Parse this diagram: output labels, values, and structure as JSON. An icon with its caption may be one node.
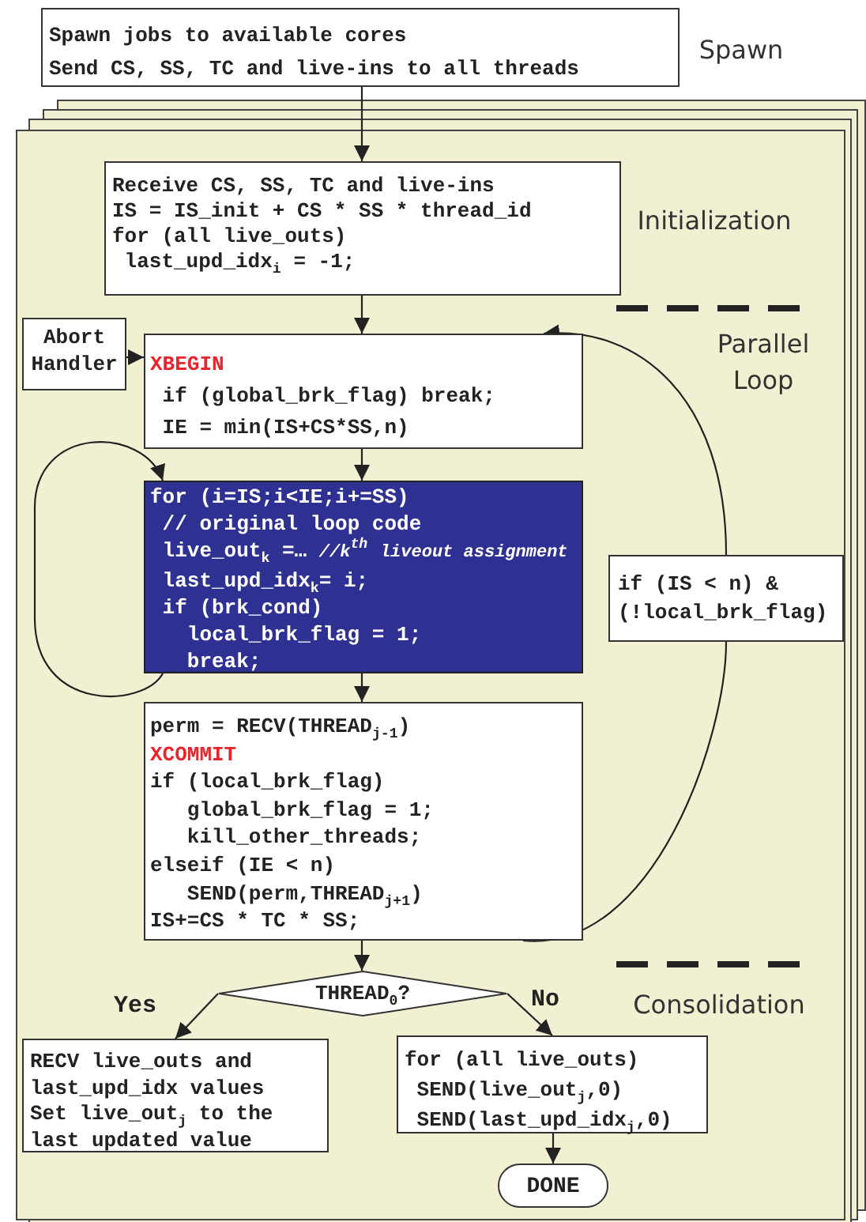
{
  "diagram": {
    "nodes": [
      {
        "text": [
          "Spawn jobs to available cores",
          "Send CS, SS, TC and live-ins to all threads"
        ]
      },
      {
        "text": [],
        "shape": "box"
      },
      {
        "text": [
          "Receive CS, SS, TC and live-ins",
          "IS = IS_init + CS * SS * thread_id",
          "for (all live_outs)",
          "last_upd_idx$_{i}$ = -1;"
        ],
        "in": 1
      },
      {
        "text": [
          "Abort Handler"
        ],
        "in": 1
      },
      {
        "text": [
          "XBEGIN",
          "if (global_brk_flag) break;",
          "IE = min(IS+CS*SS,n)"
        ],
        "in": 1
      },
      {
        "text": [
          "for (i=IS;i<IE;i+=SS)",
          "// original loop code",
          "live_out$_{k}$ =… *//k*$^{th}$ *liveout assignment*",
          "last_upd_idx$_{k}$= i;",
          "if (brk_cond)",
          "local_brk_flag = 1;",
          "break;"
        ],
        "in": 1
      },
      {
        "text": [
          "perm = RECV(THREAD$_{j-1}$)",
          "XCOMMIT",
          "if (local_brk_flag)",
          "global_brk_flag = 1;",
          "kill_other_threads;",
          "elseif (IE < n)",
          "SEND(perm,THREAD$_{j+1}$)",
          "IS+=CS * TC * SS;"
        ],
        "in": 1
      },
      {
        "text": [
          "if (IS < n) & (!local_brk_flag)"
        ],
        "in": 1
      },
      {
        "text": [
          "THREAD$_{0}$?"
        ],
        "in": 1
      },
      {
        "text": [
          "RECV live_outs and last_upd_idx values",
          "Set live_out$_{j}$ to the last updated value"
        ],
        "in": 1
      },
      {
        "text": [
          "for (all live_outs)",
          "SEND(live_out$_{j}$,0)",
          "SEND(last_upd_idx$_{j}$,0)"
        ],
        "in": 1
      },
      {
        "text": [
          "DONE"
        ],
        "in": 1
      }
    ],
    "edges": [
      {
        "from": 0,
        "to": 2,
        "arrow": "to"
      },
      {
        "from": 2,
        "to": 4,
        "arrow": "to"
      },
      {
        "from": 3,
        "to": 4,
        "arrow": "to"
      },
      {
        "from": 4,
        "to": 5,
        "arrow": "to"
      },
      {
        "from": 5,
        "to": 5,
        "arrow": "to"
      },
      {
        "from": 5,
        "to": 6,
        "arrow": "to"
      },
      {
        "from": 6,
        "to": 7,
        "arrow": "none"
      },
      {
        "from": 7,
        "to": 4,
        "arrow": "to"
      },
      {
        "from": 6,
        "to": 8,
        "arrow": "to"
      },
      {
        "from": 8,
        "to": 9,
        "label": "Yes",
        "arrow": "to"
      },
      {
        "from": 8,
        "to": 10,
        "label": "No",
        "arrow": "to"
      },
      {
        "from": 10,
        "to": 11,
        "arrow": "to"
      }
    ],
    "labels": [
      "Spawn",
      "Initialization",
      "Parallel Loop",
      "Consolidation"
    ]
  }
}
